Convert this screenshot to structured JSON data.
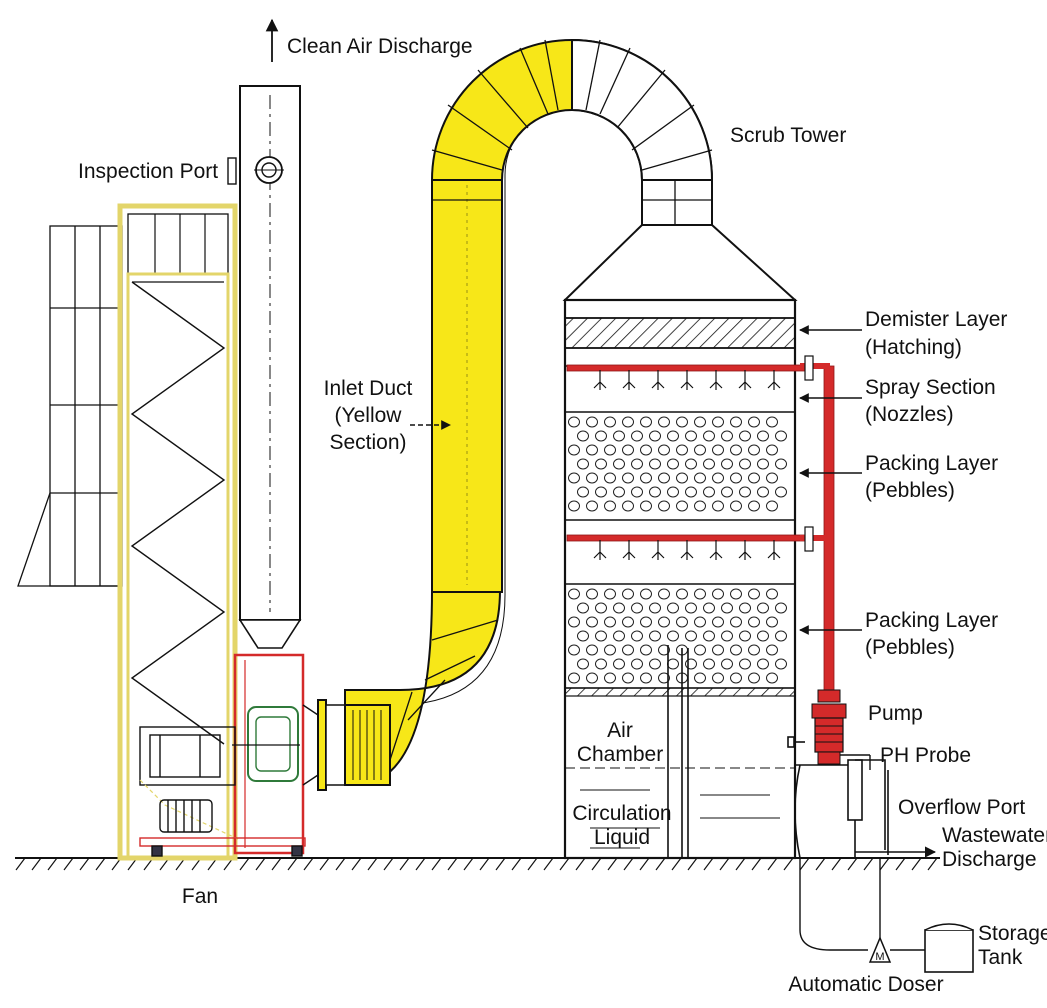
{
  "labels": {
    "clean_air": "Clean Air Discharge",
    "inspection_port": "Inspection Port",
    "scrub_tower": "Scrub Tower",
    "inlet_duct_1": "Inlet Duct",
    "inlet_duct_2": "(Yellow",
    "inlet_duct_3": "Section)",
    "demister_1": "Demister Layer",
    "demister_2": "(Hatching)",
    "spray_1": "Spray Section",
    "spray_2": "(Nozzles)",
    "packing_a_1": "Packing Layer",
    "packing_a_2": "(Pebbles)",
    "packing_b_1": "Packing Layer",
    "packing_b_2": "(Pebbles)",
    "pump": "Pump",
    "ph_probe": "PH Probe",
    "air_chamber_1": "Air",
    "air_chamber_2": "Chamber",
    "circulation_1": "Circulation",
    "circulation_2": "Liquid",
    "overflow": "Overflow Port",
    "wastewater_1": "Wastewater",
    "wastewater_2": "Discharge",
    "fan": "Fan",
    "storage_1": "Storage",
    "storage_2": "Tank",
    "doser": "Automatic Doser",
    "doser_symbol": "M"
  },
  "colors": {
    "duct_yellow": "#f7e718",
    "pipe_red": "#d42a2a",
    "frame_yellow": "#e8dc7a",
    "line": "#111111",
    "pebble": "#222222"
  }
}
